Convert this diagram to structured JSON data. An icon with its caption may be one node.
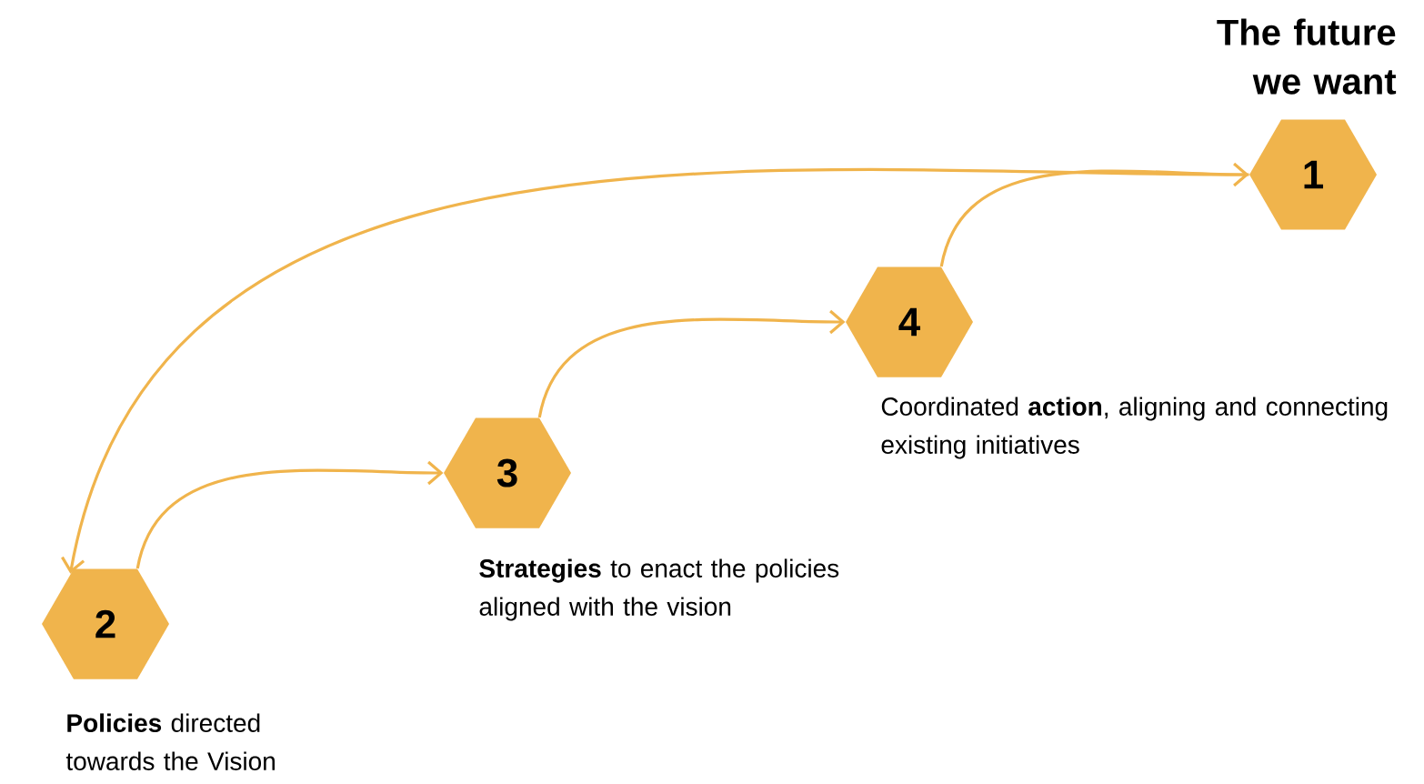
{
  "diagram": {
    "nodes": [
      {
        "text": [
          "1"
        ],
        "beside": [
          "The future we want"
        ]
      },
      {
        "text": [
          "2"
        ],
        "beside": [
          "**Policies** directed towards the Vision"
        ]
      },
      {
        "text": [
          "3"
        ],
        "beside": [
          "**Strategies** to enact the policies aligned with the vision"
        ]
      },
      {
        "text": [
          "4"
        ],
        "beside": [
          "Coordinated **action**, aligning and connecting existing initiatives"
        ]
      }
    ],
    "edges": [
      {
        "from": 0,
        "to": 1,
        "arrow": "to"
      },
      {
        "from": 1,
        "to": 2,
        "arrow": "to"
      },
      {
        "from": 2,
        "to": 3,
        "arrow": "to"
      },
      {
        "from": 3,
        "to": 0,
        "arrow": "to"
      }
    ]
  }
}
